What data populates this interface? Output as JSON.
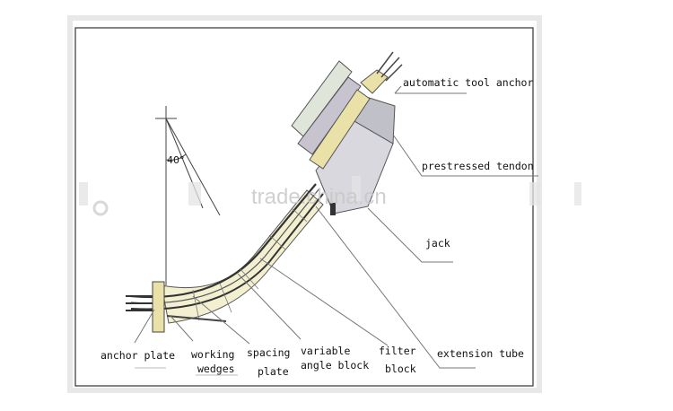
{
  "diagram": {
    "angle_label": "40°",
    "watermark": "trade.china.cn",
    "labels": {
      "automatic_tool_anchor": "automatic tool anchor",
      "prestressed_tendon": "prestressed tendon",
      "jack": "jack",
      "extension_tube": "extension tube",
      "anchor_plate": "anchor plate",
      "working_line1": "working",
      "working_line2": "wedges",
      "spacing_line1": "spacing",
      "spacing_line2": "plate",
      "variable_line1": "variable",
      "variable_line2": "angle block",
      "filter_line1": "filter",
      "filter_line2": "block"
    }
  },
  "colors": {
    "border_outer": "#eeeeee",
    "border_inner": "#333333",
    "tube_fill": "#f3f0d2",
    "jack_fill": "#d8d8de",
    "anchor_fill": "#c7c3cf",
    "tendon": "#333333",
    "leader": "#777777"
  }
}
